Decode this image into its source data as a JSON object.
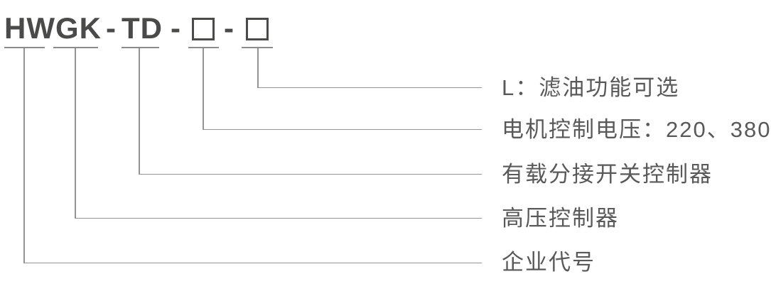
{
  "diagram": {
    "model": {
      "prefix": "HWGK",
      "series": "TD",
      "separator": "-",
      "placeholder_boxes": 2
    },
    "legend": [
      {
        "label": "L：滤油功能可选"
      },
      {
        "label": "电机控制电压：220、380"
      },
      {
        "label": "有载分接开关控制器"
      },
      {
        "label": "高压控制器"
      },
      {
        "label": "企业代号"
      }
    ],
    "colors": {
      "title_text": "#4a4a48",
      "label_text": "#595959",
      "line": "#929292",
      "underline": "#8c8c8c",
      "background": "#ffffff"
    }
  }
}
